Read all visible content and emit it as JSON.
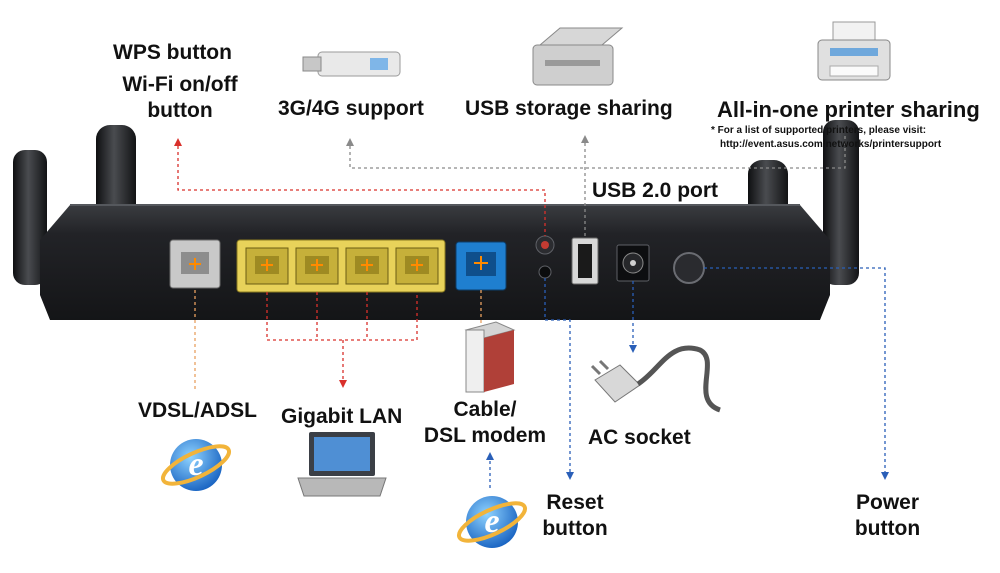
{
  "labels": {
    "wps_button": "WPS button",
    "wifi_button_line1": "Wi-Fi on/off",
    "wifi_button_line2": "button",
    "mobile_support": "3G/4G support",
    "usb_storage": "USB storage sharing",
    "printer_sharing": "All-in-one printer sharing",
    "printer_note_line1": "* For a list of supported printers, please visit:",
    "printer_note_line2": "http://event.asus.com/networks/printersupport",
    "usb_port": "USB 2.0 port",
    "vdsl_adsl": "VDSL/ADSL",
    "gigabit_lan": "Gigabit LAN",
    "modem_line1": "Cable/",
    "modem_line2": "DSL modem",
    "ac_socket": "AC socket",
    "reset_line1": "Reset",
    "reset_line2": "button",
    "power_line1": "Power",
    "power_line2": "button"
  },
  "icons": [
    "usb-stick-icon",
    "hard-drive-icon",
    "printer-icon",
    "internet-explorer-icon",
    "laptop-icon",
    "modem-icon",
    "power-plug-icon"
  ],
  "colors": {
    "router_body": "#1e1f22",
    "lan_port": "#e8d25a",
    "wan_port": "#1f7fd0",
    "leader_red": "#d9302b",
    "leader_blue": "#2a5fb8",
    "leader_gray": "#8a8a8a"
  }
}
